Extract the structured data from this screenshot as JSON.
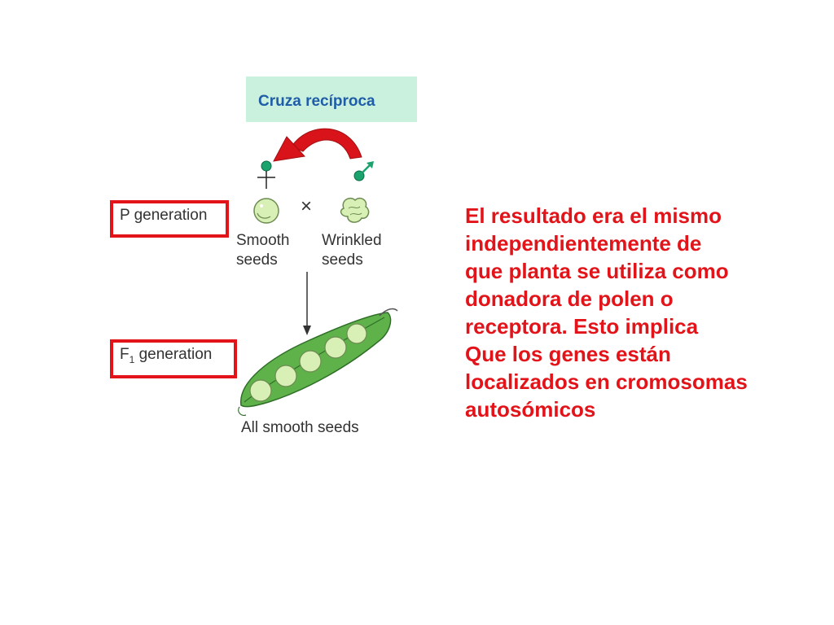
{
  "title": "Cruza recíproca",
  "labels": {
    "p_generation": "P generation",
    "f1_prefix": "F",
    "f1_sub": "1",
    "f1_suffix": " generation"
  },
  "seeds": {
    "left_line1": "Smooth",
    "left_line2": "seeds",
    "right_line1": "Wrinkled",
    "right_line2": "seeds",
    "cross_symbol": "×",
    "result": "All smooth seeds"
  },
  "explanation_lines": [
    "El resultado era el mismo",
    "independientemente de",
    "que planta se utiliza como",
    "donadora de polen o",
    "receptora. Esto implica",
    "Que los genes están",
    "localizados en cromosomas",
    "autosómicos"
  ],
  "colors": {
    "title_bg": "#c9f1de",
    "title_text": "#1f5da8",
    "accent_red": "#e2141a",
    "seed_green": "#d8efb6",
    "pod_green": "#5fb14a",
    "symbol_teal": "#1aa36d"
  },
  "icons": [
    "female-symbol-icon",
    "male-symbol-icon",
    "reciprocal-arrow-icon",
    "pea-pod-icon"
  ]
}
